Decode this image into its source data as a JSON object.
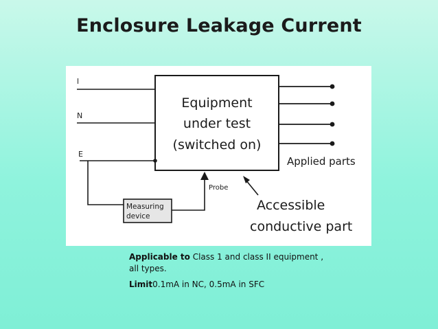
{
  "slide": {
    "title": "Enclosure Leakage Current"
  },
  "diagram": {
    "terminal_l": "l",
    "terminal_n": "N",
    "terminal_e": "E",
    "box_line1": "Equipment",
    "box_line2": "under test",
    "box_line3": "(switched on)",
    "applied_parts": "Applied parts",
    "probe": "Probe",
    "accessible_line1": "Accessible",
    "accessible_line2": "conductive part",
    "measuring_line1": "Measuring",
    "measuring_line2": "device"
  },
  "notes": {
    "applicable_label": "Applicable to",
    "applicable_text": " Class 1 and class II equipment , all types.",
    "limit_label": "Limit",
    "limit_text": "0.1mA in NC, 0.5mA in SFC"
  },
  "colors": {
    "background": "#8ff3dd",
    "ink": "#1a1a1a"
  }
}
